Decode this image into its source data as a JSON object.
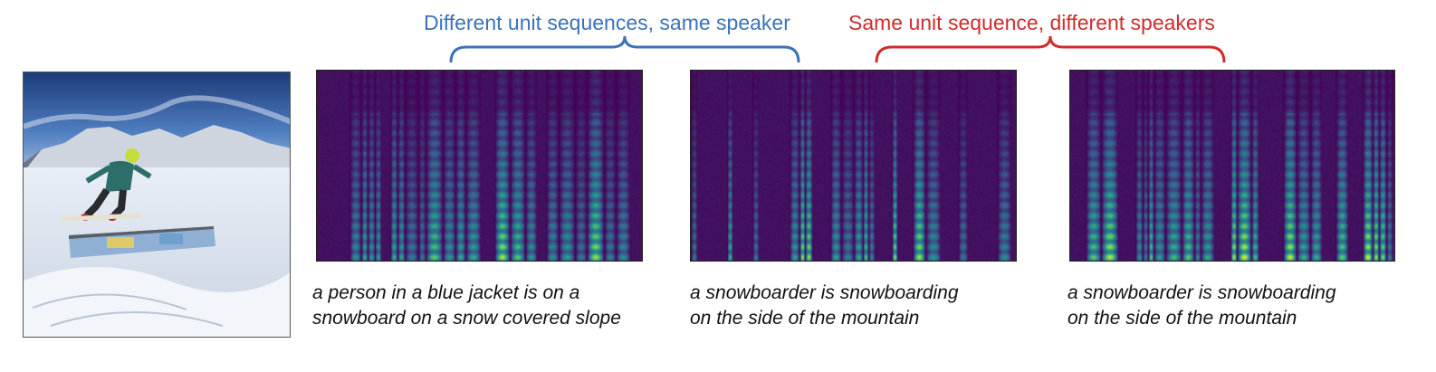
{
  "brackets": {
    "left": {
      "label": "Different unit sequences, same speaker",
      "color": "#3b73b9"
    },
    "right": {
      "label": "Same unit sequence, different speakers",
      "color": "#d02c2c"
    }
  },
  "photo": {
    "description_icon": "snowboarder-photo"
  },
  "spectrograms": [
    {
      "caption_lines": [
        "a person in a blue jacket is on a",
        "snowboard on a snow covered slope"
      ]
    },
    {
      "caption_lines": [
        "a snowboarder is snowboarding",
        "on the side of the mountain"
      ]
    },
    {
      "caption_lines": [
        "a snowboarder is snowboarding",
        "on the side of the mountain"
      ]
    }
  ],
  "colors": {
    "viridis_low": "#440154",
    "viridis_mid": "#21918c",
    "viridis_high": "#fde725"
  }
}
